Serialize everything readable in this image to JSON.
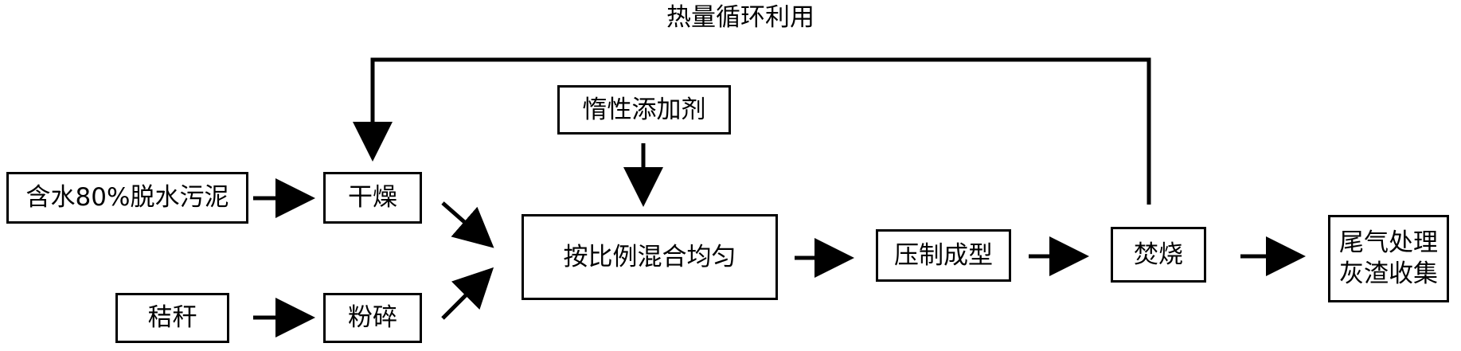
{
  "diagram": {
    "feedback_label": "热量循环利用",
    "nodes": {
      "sludge": "含水80%脱水污泥",
      "drying": "干燥",
      "straw": "秸秆",
      "crushing": "粉碎",
      "additive": "惰性添加剂",
      "mixing": "按比例混合均匀",
      "pressing": "压制成型",
      "incineration": "焚烧",
      "output_line1": "尾气处理",
      "output_line2": "灰渣收集"
    },
    "stroke_color": "#000000"
  }
}
